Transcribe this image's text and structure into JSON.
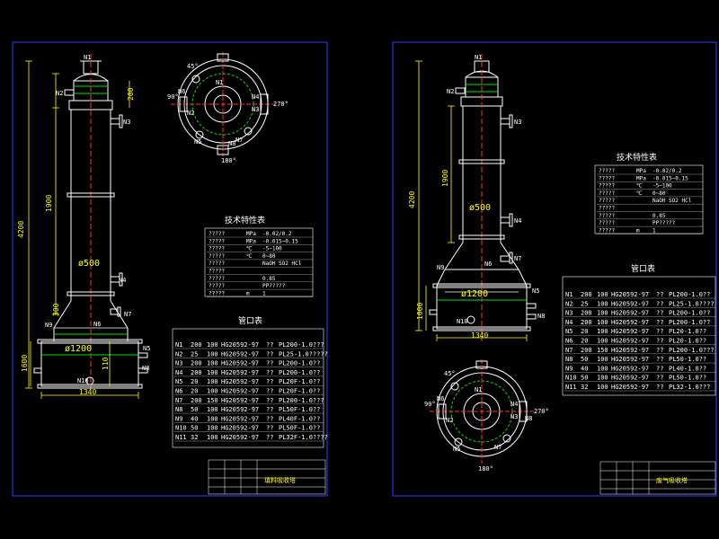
{
  "colors": {
    "background": "#000000",
    "frame": "#3a3aff",
    "outline": "#ffffff",
    "dimension": "#ffff00",
    "hatch": "#00dd00",
    "center": "#ff3333",
    "text": "#ffffff",
    "cyan": "#00ffff"
  },
  "left_sheet": {
    "dims": {
      "total_height": "4200",
      "upper": "200",
      "mid": "1900",
      "lower": "300",
      "base": "1600",
      "base_right": "110",
      "width": "1340",
      "dia_column": "ø500",
      "dia_base": "ø1200"
    },
    "nozzle_tags": [
      "N1",
      "N2",
      "N3",
      "N4",
      "N5",
      "N6",
      "N7",
      "N8",
      "N9",
      "N10"
    ],
    "plan_view": {
      "angles": [
        "45°",
        "90°",
        "270°",
        "180°"
      ],
      "tags": [
        "N1",
        "N2",
        "N3",
        "N4",
        "N5",
        "N6",
        "N7",
        "N8"
      ]
    },
    "tech_table": {
      "title": "技术特性表",
      "rows": [
        [
          "?????",
          "MPa",
          "-0.02/0.2"
        ],
        [
          "?????",
          "MPa",
          "-0.015~0.15"
        ],
        [
          "?????",
          "℃",
          "-5~100"
        ],
        [
          "?????",
          "℃",
          "0~80"
        ],
        [
          "?????",
          "",
          "NaOH   SO2   HCl"
        ],
        [
          "?????",
          "",
          ""
        ],
        [
          "?????",
          "",
          "0.85"
        ],
        [
          "?????",
          "",
          "PP?????"
        ],
        [
          "?????",
          "m",
          "1"
        ]
      ]
    },
    "nozzle_table": {
      "title": "管口表",
      "rows": [
        [
          "N1",
          "200",
          "100",
          "HG20592-97",
          "??",
          "PL200-1.0???"
        ],
        [
          "N2",
          "25",
          "100",
          "HG20592-97",
          "??",
          "PL25-1.0?????"
        ],
        [
          "N3",
          "200",
          "100",
          "HG20592-97",
          "??",
          "PL200-1.0??"
        ],
        [
          "N4",
          "200",
          "100",
          "HG20592-97",
          "??",
          "PL200-1.0??"
        ],
        [
          "N5",
          "20",
          "100",
          "HG20592-97",
          "??",
          "PL20F-1.0??"
        ],
        [
          "N6",
          "20",
          "100",
          "HG20592-97",
          "??",
          "PL20F-1.0??"
        ],
        [
          "N7",
          "200",
          "150",
          "HG20592-97",
          "??",
          "PL200-1.0???"
        ],
        [
          "N8",
          "50",
          "100",
          "HG20592-97",
          "??",
          "PL50F-1.0??"
        ],
        [
          "N9",
          "40",
          "100",
          "HG20592-97",
          "??",
          "PL40F-1.0??"
        ],
        [
          "N10",
          "50",
          "100",
          "HG20592-97",
          "??",
          "PL50F-1.0??"
        ],
        [
          "N11",
          "32",
          "100",
          "HG20592-97",
          "??",
          "PL32F-1.0????"
        ]
      ]
    },
    "title_block": {
      "name": "填料吸收塔"
    }
  },
  "right_sheet": {
    "dims": {
      "total_height": "4200",
      "mid": "1900",
      "base": "1000",
      "width": "1340",
      "dia_column": "ø500",
      "dia_base": "ø1200"
    },
    "nozzle_tags": [
      "N1",
      "N2",
      "N3",
      "N4",
      "N5",
      "N6",
      "N7",
      "N8",
      "N9",
      "N10"
    ],
    "plan_view": {
      "angles": [
        "45°",
        "90°",
        "270°",
        "180°"
      ],
      "tags": [
        "N1",
        "N2",
        "N3",
        "N4",
        "N5",
        "N6",
        "N7",
        "N8"
      ]
    },
    "tech_table": {
      "title": "技术特性表",
      "rows": [
        [
          "?????",
          "MPa",
          "-0.02/0.2"
        ],
        [
          "?????",
          "MPa",
          "-0.015~0.15"
        ],
        [
          "?????",
          "℃",
          "-5~100"
        ],
        [
          "?????",
          "℃",
          "0~80"
        ],
        [
          "?????",
          "",
          "NaOH   SO2   HCl"
        ],
        [
          "?????",
          "",
          ""
        ],
        [
          "?????",
          "",
          "0.85"
        ],
        [
          "?????",
          "",
          "PP?????"
        ],
        [
          "?????",
          "m",
          "1"
        ]
      ]
    },
    "nozzle_table": {
      "title": "管口表",
      "rows": [
        [
          "N1",
          "200",
          "100",
          "HG20592-97",
          "??",
          "PL200-1.0??"
        ],
        [
          "N2",
          "25",
          "100",
          "HG20592-97",
          "??",
          "PL25-1.0????"
        ],
        [
          "N3",
          "200",
          "100",
          "HG20592-97",
          "??",
          "PL200-1.0??"
        ],
        [
          "N4",
          "200",
          "100",
          "HG20592-97",
          "??",
          "PL200-1.0??"
        ],
        [
          "N5",
          "20",
          "100",
          "HG20592-97",
          "??",
          "PL20-1.0??"
        ],
        [
          "N6",
          "20",
          "100",
          "HG20592-97",
          "??",
          "PL20-1.0??"
        ],
        [
          "N7",
          "200",
          "150",
          "HG20592-97",
          "??",
          "PL200-1.0???"
        ],
        [
          "N8",
          "50",
          "100",
          "HG20592-97",
          "??",
          "PL50-1.0??"
        ],
        [
          "N9",
          "40",
          "100",
          "HG20592-97",
          "??",
          "PL40-1.0??"
        ],
        [
          "N10",
          "50",
          "100",
          "HG20592-97",
          "??",
          "PL50-1.0??"
        ],
        [
          "N11",
          "32",
          "100",
          "HG20592-97",
          "??",
          "PL32-1.0???"
        ]
      ]
    },
    "title_block": {
      "name": "废气吸收塔"
    }
  }
}
